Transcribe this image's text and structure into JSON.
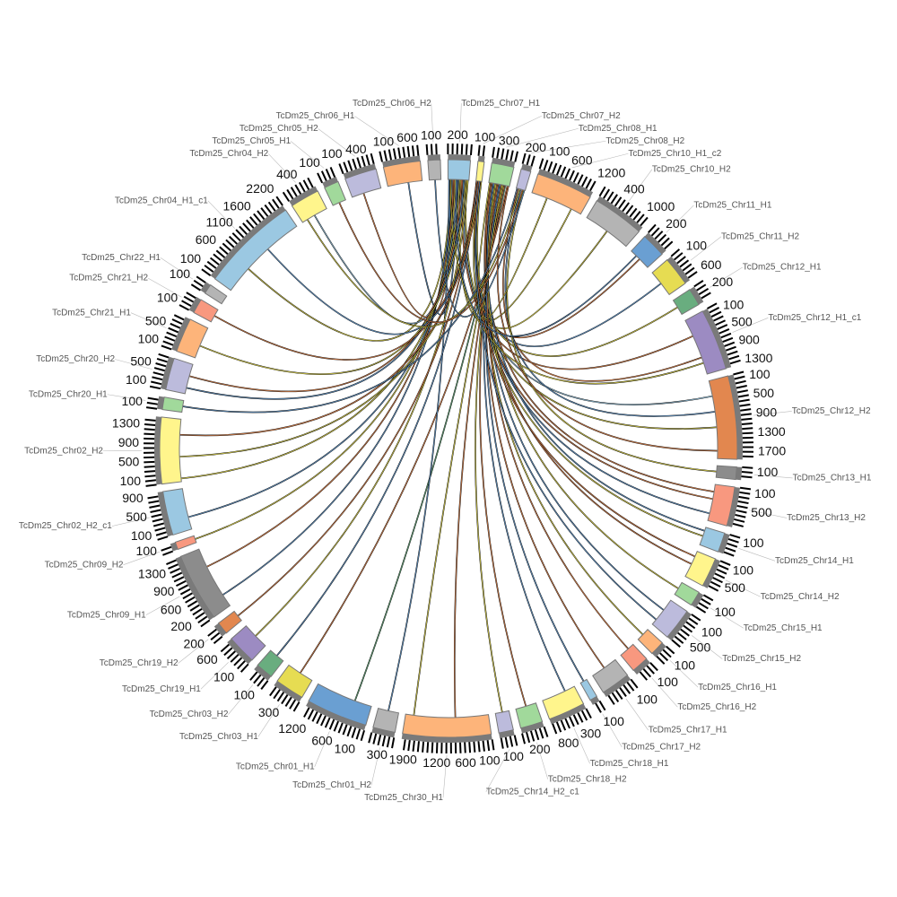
{
  "chart_data": {
    "type": "circos",
    "tick_interval": 100,
    "segments": [
      {
        "name": "TcDm25_Chr04_H1_c1",
        "length": 2200,
        "color": "#9bc8e2"
      },
      {
        "name": "TcDm25_Chr04_H2",
        "length": 660,
        "color": "#fff58c"
      },
      {
        "name": "TcDm25_Chr05_H1",
        "length": 330,
        "color": "#a1d99b"
      },
      {
        "name": "TcDm25_Chr05_H2",
        "length": 720,
        "color": "#bcbbdc"
      },
      {
        "name": "TcDm25_Chr06_H1",
        "length": 830,
        "color": "#fdb47a"
      },
      {
        "name": "TcDm25_Chr06_H2",
        "length": 280,
        "color": "#b4b4b4"
      },
      {
        "name": "TcDm25_Chr07_H1",
        "length": 500,
        "color": "#9bc8e2"
      },
      {
        "name": "TcDm25_Chr07_H2",
        "length": 140,
        "color": "#fff58c"
      },
      {
        "name": "TcDm25_Chr08_H1",
        "length": 500,
        "color": "#a1d99b"
      },
      {
        "name": "TcDm25_Chr08_H2",
        "length": 220,
        "color": "#bcbbdc"
      },
      {
        "name": "TcDm25_Chr10_H1_c2",
        "length": 1270,
        "color": "#fdb47a"
      },
      {
        "name": "TcDm25_Chr10_H2",
        "length": 1160,
        "color": "#b4b4b4"
      },
      {
        "name": "TcDm25_Chr11_H1",
        "length": 550,
        "color": "#6a9fd2"
      },
      {
        "name": "TcDm25_Chr11_H2",
        "length": 660,
        "color": "#e6dc52"
      },
      {
        "name": "TcDm25_Chr12_H1",
        "length": 390,
        "color": "#69ad7f"
      },
      {
        "name": "TcDm25_Chr12_H1_c1",
        "length": 1380,
        "color": "#9c8bc2"
      },
      {
        "name": "TcDm25_Chr12_H2",
        "length": 1870,
        "color": "#e2874f"
      },
      {
        "name": "TcDm25_Chr13_H1",
        "length": 280,
        "color": "#8c8c8c"
      },
      {
        "name": "TcDm25_Chr13_H2",
        "length": 880,
        "color": "#f8987f"
      },
      {
        "name": "TcDm25_Chr14_H1",
        "length": 440,
        "color": "#9bc8e2"
      },
      {
        "name": "TcDm25_Chr14_H2",
        "length": 660,
        "color": "#fff58c"
      },
      {
        "name": "TcDm25_Chr15_H1",
        "length": 330,
        "color": "#a1d99b"
      },
      {
        "name": "TcDm25_Chr15_H2",
        "length": 720,
        "color": "#bcbbdc"
      },
      {
        "name": "TcDm25_Chr16_H1",
        "length": 330,
        "color": "#fdb47a"
      },
      {
        "name": "TcDm25_Chr16_H2",
        "length": 390,
        "color": "#f8987f"
      },
      {
        "name": "TcDm25_Chr17_H1",
        "length": 660,
        "color": "#b4b4b4"
      },
      {
        "name": "TcDm25_Chr17_H2",
        "length": 170,
        "color": "#9bc8e2"
      },
      {
        "name": "TcDm25_Chr18_H1",
        "length": 830,
        "color": "#fff58c"
      },
      {
        "name": "TcDm25_Chr18_H2",
        "length": 500,
        "color": "#a1d99b"
      },
      {
        "name": "TcDm25_Chr14_H2_c1",
        "length": 330,
        "color": "#bcbbdc"
      },
      {
        "name": "TcDm25_Chr30_H1",
        "length": 1980,
        "color": "#fdb47a"
      },
      {
        "name": "TcDm25_Chr01_H2",
        "length": 500,
        "color": "#b4b4b4"
      },
      {
        "name": "TcDm25_Chr01_H1",
        "length": 1380,
        "color": "#6a9fd2"
      },
      {
        "name": "TcDm25_Chr03_H1",
        "length": 660,
        "color": "#e6dc52"
      },
      {
        "name": "TcDm25_Chr03_H2",
        "length": 390,
        "color": "#69ad7f"
      },
      {
        "name": "TcDm25_Chr19_H1",
        "length": 660,
        "color": "#9c8bc2"
      },
      {
        "name": "TcDm25_Chr19_H2",
        "length": 280,
        "color": "#e2874f"
      },
      {
        "name": "TcDm25_Chr09_H1",
        "length": 1540,
        "color": "#8c8c8c"
      },
      {
        "name": "TcDm25_Chr09_H2",
        "length": 170,
        "color": "#f8987f"
      },
      {
        "name": "TcDm25_Chr02_H2_c1",
        "length": 990,
        "color": "#9bc8e2"
      },
      {
        "name": "TcDm25_Chr02_H2",
        "length": 1490,
        "color": "#fff58c"
      },
      {
        "name": "TcDm25_Chr20_H1",
        "length": 280,
        "color": "#a1d99b"
      },
      {
        "name": "TcDm25_Chr20_H2",
        "length": 720,
        "color": "#bcbbdc"
      },
      {
        "name": "TcDm25_Chr21_H1",
        "length": 770,
        "color": "#fdb47a"
      },
      {
        "name": "TcDm25_Chr21_H2",
        "length": 330,
        "color": "#f8987f"
      },
      {
        "name": "TcDm25_Chr22_H1",
        "length": 220,
        "color": "#b4b4b4"
      }
    ],
    "links": [
      [
        6,
        0.1,
        0,
        0.3,
        "#e6dc52"
      ],
      [
        6,
        0.2,
        1,
        0.5,
        "#9bc8e2"
      ],
      [
        6,
        0.3,
        3,
        0.4,
        "#e2874f"
      ],
      [
        6,
        0.5,
        4,
        0.6,
        "#6a9fd2"
      ],
      [
        6,
        0.6,
        10,
        0.8,
        "#e6dc52"
      ],
      [
        6,
        0.7,
        15,
        0.3,
        "#e2874f"
      ],
      [
        6,
        0.8,
        16,
        0.2,
        "#9bc8e2"
      ],
      [
        6,
        0.9,
        16,
        0.6,
        "#e6dc52"
      ],
      [
        7,
        0.3,
        18,
        0.4,
        "#e2874f"
      ],
      [
        7,
        0.5,
        18,
        0.8,
        "#6a9fd2"
      ],
      [
        7,
        0.7,
        19,
        0.5,
        "#e6dc52"
      ],
      [
        8,
        0.1,
        20,
        0.5,
        "#e2874f"
      ],
      [
        8,
        0.2,
        22,
        0.4,
        "#6a9fd2"
      ],
      [
        8,
        0.3,
        23,
        0.5,
        "#e6dc52"
      ],
      [
        8,
        0.4,
        25,
        0.5,
        "#e2874f"
      ],
      [
        8,
        0.5,
        27,
        0.3,
        "#6a9fd2"
      ],
      [
        8,
        0.6,
        28,
        0.5,
        "#e2874f"
      ],
      [
        8,
        0.7,
        30,
        0.9,
        "#e6dc52"
      ],
      [
        8,
        0.8,
        32,
        0.3,
        "#69ad7f"
      ],
      [
        8,
        0.9,
        33,
        0.5,
        "#e2874f"
      ],
      [
        6,
        0.15,
        37,
        0.2,
        "#6a9fd2"
      ],
      [
        6,
        0.25,
        37,
        0.7,
        "#e2874f"
      ],
      [
        6,
        0.35,
        38,
        0.5,
        "#e6dc52"
      ],
      [
        6,
        0.45,
        39,
        0.3,
        "#6a9fd2"
      ],
      [
        6,
        0.55,
        40,
        0.05,
        "#e6dc52"
      ],
      [
        6,
        0.65,
        42,
        0.6,
        "#e2874f"
      ],
      [
        6,
        0.75,
        42,
        0.2,
        "#6a9fd2"
      ],
      [
        6,
        0.85,
        43,
        0.4,
        "#e6dc52"
      ],
      [
        7,
        0.1,
        44,
        0.5,
        "#e2874f"
      ],
      [
        7,
        0.2,
        0,
        0.6,
        "#6a9fd2"
      ],
      [
        7,
        0.4,
        11,
        0.5,
        "#e6dc52"
      ],
      [
        7,
        0.6,
        12,
        0.5,
        "#e2874f"
      ],
      [
        7,
        0.8,
        13,
        0.5,
        "#6a9fd2"
      ],
      [
        7,
        0.9,
        14,
        0.5,
        "#e6dc52"
      ],
      [
        9,
        0.2,
        15,
        0.7,
        "#e2874f"
      ],
      [
        9,
        0.5,
        16,
        0.4,
        "#6a9fd2"
      ],
      [
        9,
        0.8,
        17,
        0.5,
        "#e6dc52"
      ],
      [
        8,
        0.15,
        18,
        0.2,
        "#e2874f"
      ],
      [
        8,
        0.25,
        19,
        0.2,
        "#6a9fd2"
      ],
      [
        8,
        0.35,
        21,
        0.5,
        "#e6dc52"
      ],
      [
        8,
        0.45,
        24,
        0.4,
        "#e2874f"
      ],
      [
        8,
        0.55,
        26,
        0.5,
        "#6a9fd2"
      ],
      [
        8,
        0.65,
        29,
        0.5,
        "#e6dc52"
      ],
      [
        8,
        0.75,
        30,
        0.4,
        "#e2874f"
      ],
      [
        6,
        0.05,
        31,
        0.5,
        "#6a9fd2"
      ],
      [
        6,
        0.95,
        35,
        0.5,
        "#e6dc52"
      ],
      [
        7,
        0.15,
        36,
        0.5,
        "#e2874f"
      ],
      [
        7,
        0.35,
        34,
        0.5,
        "#6a9fd2"
      ],
      [
        7,
        0.55,
        40,
        0.4,
        "#e6dc52"
      ],
      [
        7,
        0.75,
        40,
        0.75,
        "#e2874f"
      ],
      [
        9,
        0.1,
        41,
        0.5,
        "#6a9fd2"
      ],
      [
        9,
        0.4,
        1,
        0.2,
        "#e6dc52"
      ],
      [
        9,
        0.7,
        2,
        0.5,
        "#e2874f"
      ],
      [
        9,
        0.9,
        5,
        0.5,
        "#6a9fd2"
      ],
      [
        8,
        0.05,
        10,
        0.3,
        "#e6dc52"
      ],
      [
        8,
        0.95,
        16,
        0.9,
        "#e2874f"
      ],
      [
        6,
        0.4,
        12,
        0.3,
        "#6a9fd2"
      ],
      [
        6,
        0.12,
        15,
        0.8,
        "#e6dc52"
      ],
      [
        7,
        0.45,
        20,
        0.2,
        "#e2874f"
      ],
      [
        7,
        0.65,
        22,
        0.8,
        "#6a9fd2"
      ]
    ]
  }
}
